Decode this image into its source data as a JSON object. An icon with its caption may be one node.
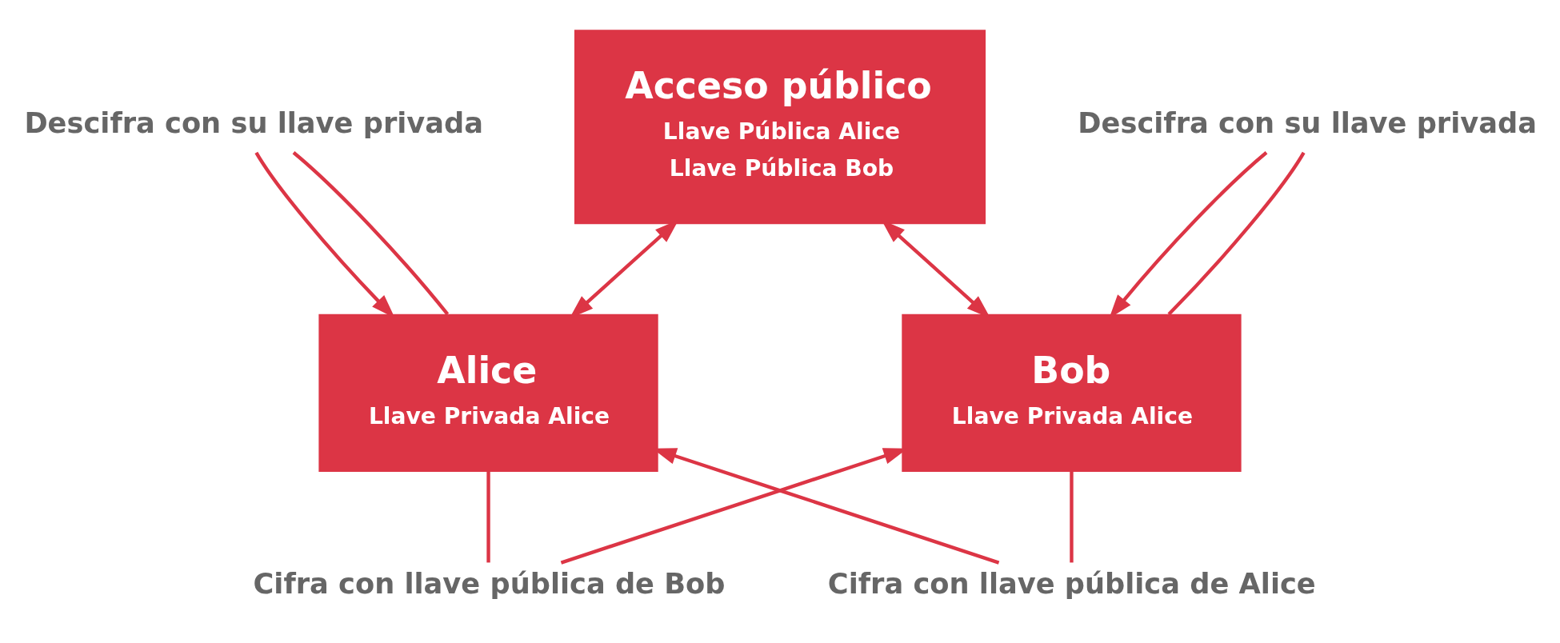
{
  "diagram": {
    "nodes": [
      {
        "text": [
          "Descifra con su llave privada"
        ]
      },
      {
        "text": [
          "Descifra con su llave privada"
        ]
      },
      {
        "text": [
          "Acceso público",
          "Llave Pública Alice",
          "Llave Pública Bob"
        ]
      },
      {
        "text": [
          "Alice",
          "Llave Privada Alice"
        ]
      },
      {
        "text": [
          "Bob",
          "Llave Privada Alice"
        ]
      },
      {
        "text": [
          "Cifra con llave pública de Bob"
        ]
      },
      {
        "text": [
          "Cifra con llave pública de Alice"
        ]
      }
    ],
    "edges": [
      {
        "from": 3,
        "to": 0,
        "arrow": "none"
      },
      {
        "from": 0,
        "to": 3,
        "arrow": "to"
      },
      {
        "from": 3,
        "to": 2,
        "arrow": "both"
      },
      {
        "from": 2,
        "to": 4,
        "arrow": "both"
      },
      {
        "from": 4,
        "to": 1,
        "arrow": "none"
      },
      {
        "from": 1,
        "to": 4,
        "arrow": "to"
      },
      {
        "from": 3,
        "to": 5,
        "arrow": "none"
      },
      {
        "from": 5,
        "to": 4,
        "arrow": "to"
      },
      {
        "from": 4,
        "to": 6,
        "arrow": "none"
      },
      {
        "from": 6,
        "to": 3,
        "arrow": "to"
      }
    ]
  }
}
